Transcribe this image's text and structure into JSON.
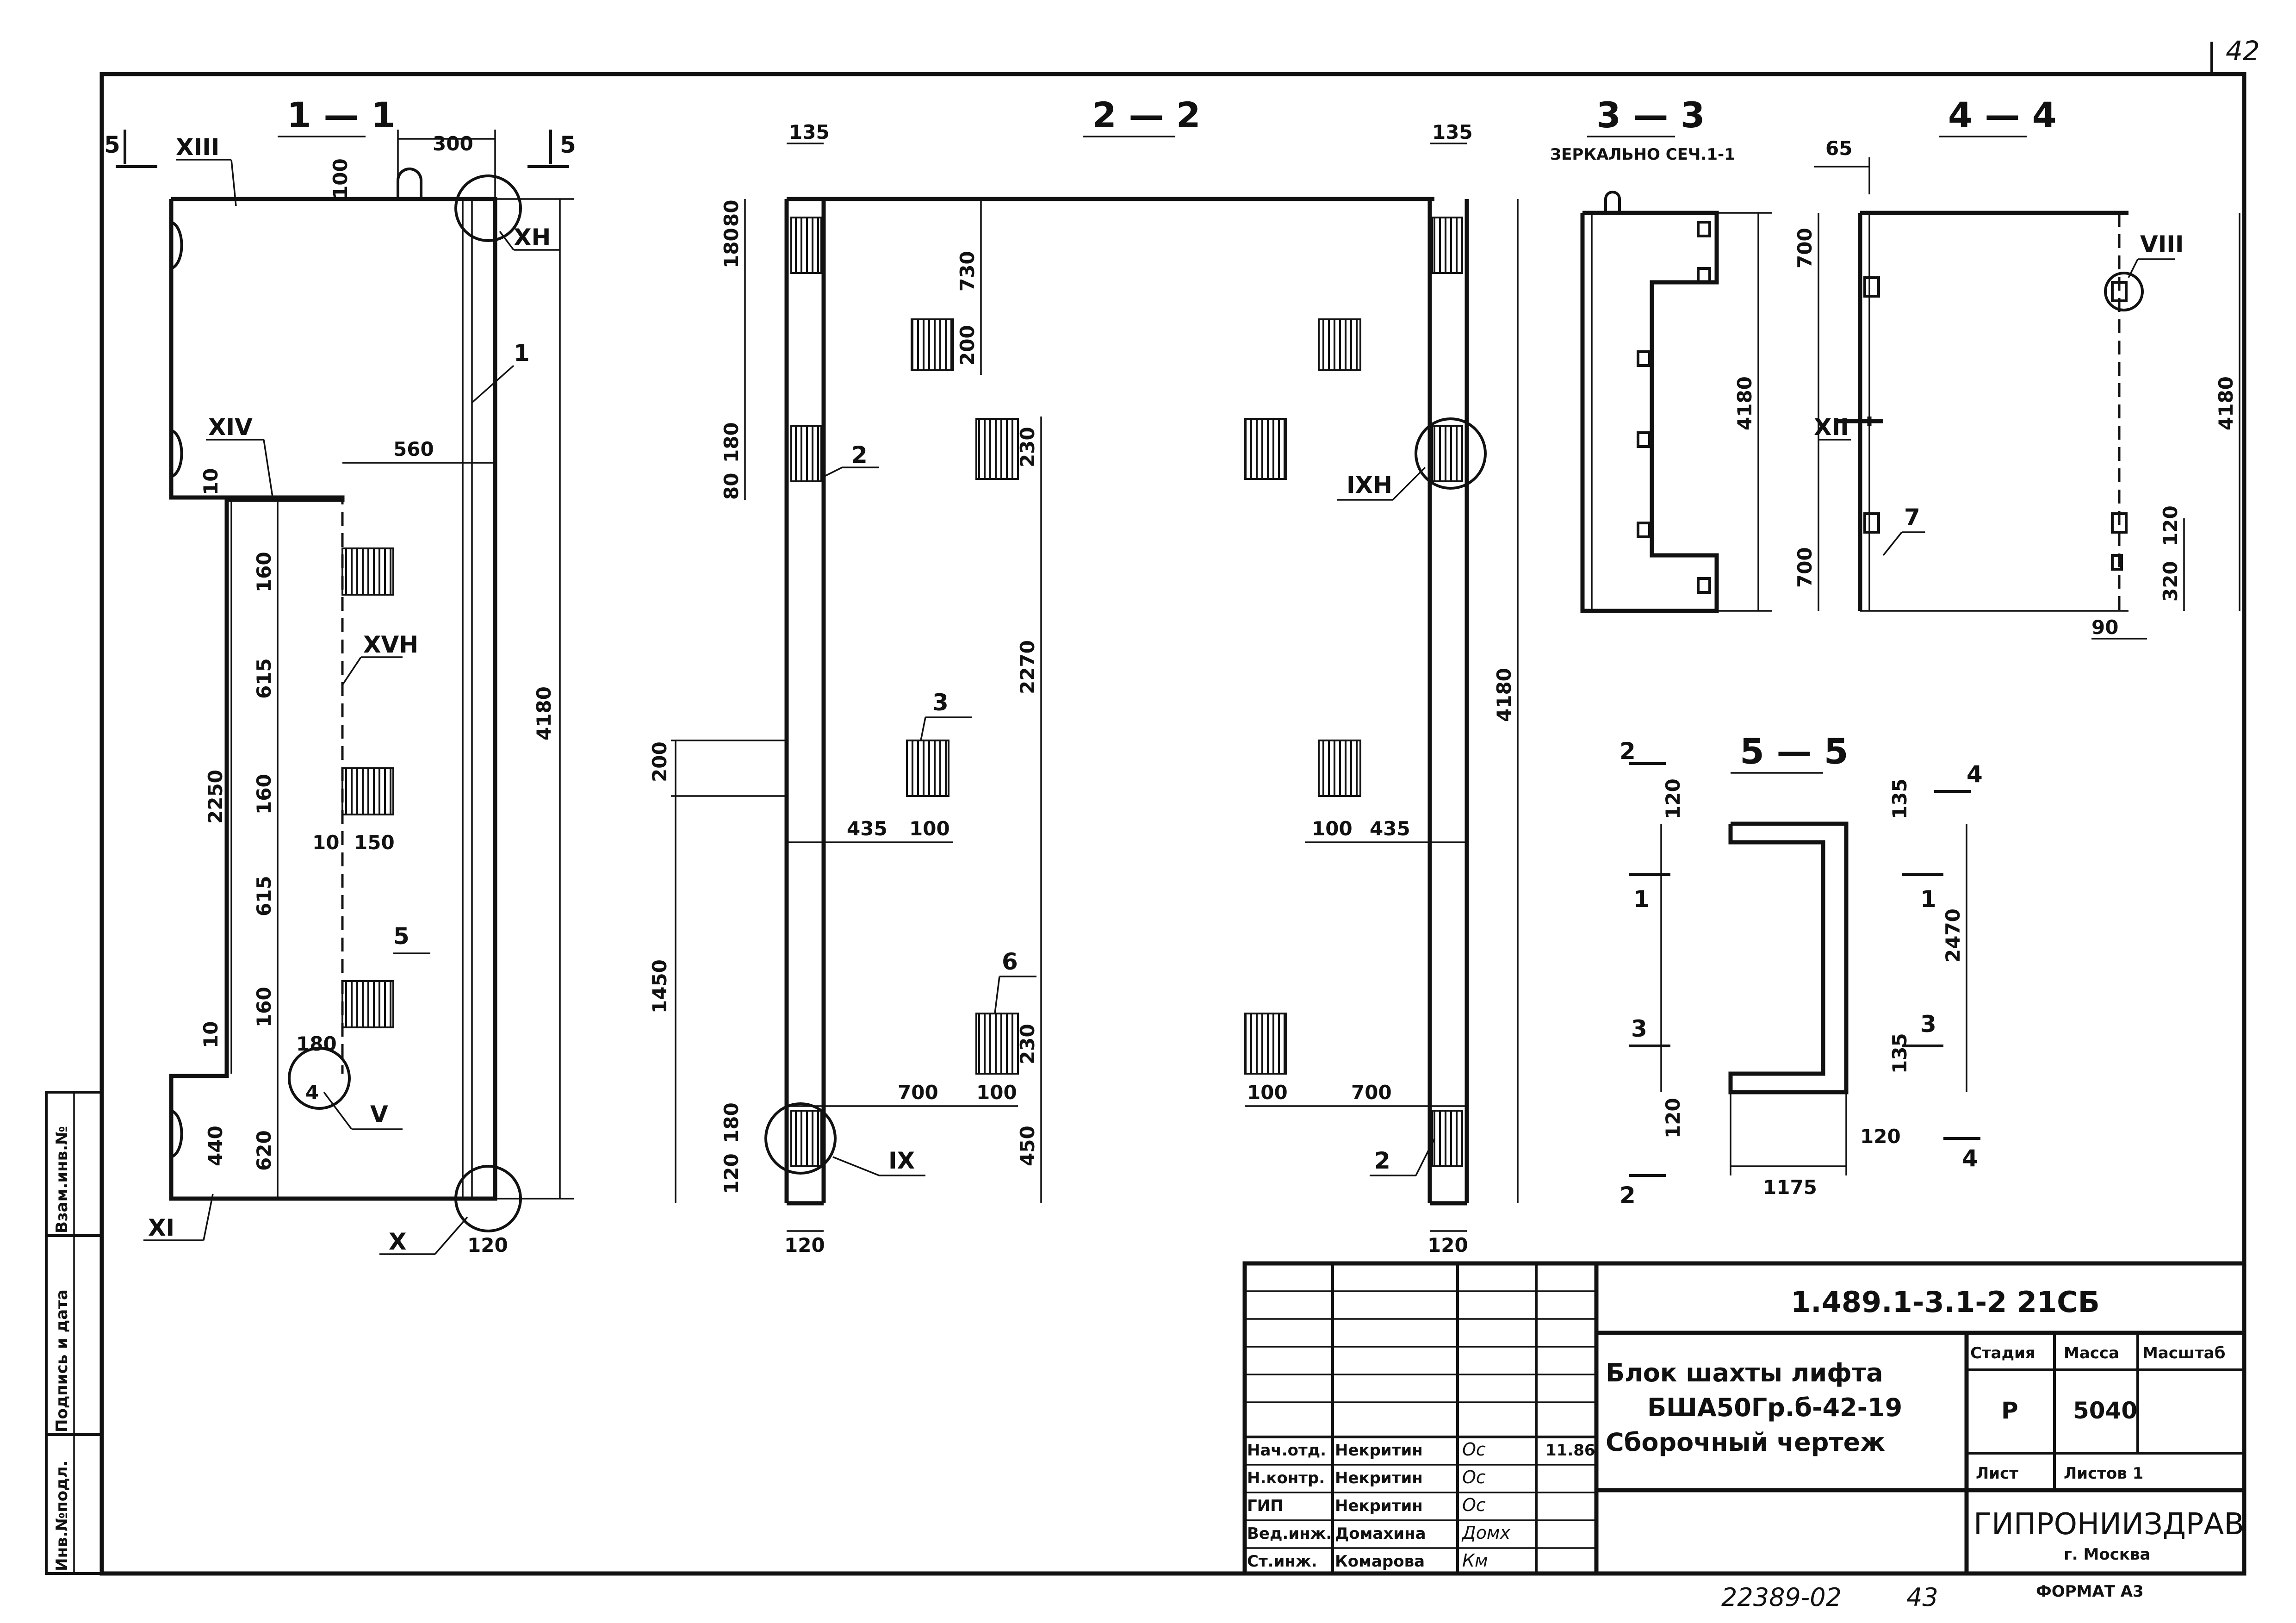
{
  "page_number": "42",
  "sections": {
    "s11": "1 — 1",
    "s22": "2 — 2",
    "s33": "3 — 3",
    "s33_note": "ЗЕРКАЛЬНО СЕЧ.1-1",
    "s44": "4 — 4",
    "s55": "5 — 5"
  },
  "dims": {
    "d300": "300",
    "d100": "100",
    "d560": "560",
    "d10": "10",
    "d160": "160",
    "d615": "615",
    "d2250": "2250",
    "d150": "150",
    "d180": "180",
    "d440": "440",
    "d620": "620",
    "d120": "120",
    "d4180": "4180",
    "d135": "135",
    "d80": "80",
    "d730": "730",
    "d200": "200",
    "d230": "230",
    "d2270": "2270",
    "d435": "435",
    "d1450": "1450",
    "d700": "700",
    "d450": "450",
    "d65": "65",
    "d320": "320",
    "d90": "90",
    "d2470": "2470",
    "d1175": "1175"
  },
  "marks": {
    "m1": "1",
    "m2": "2",
    "m3": "3",
    "m4": "4",
    "m5": "5",
    "m6": "6",
    "m7": "7",
    "V": "V",
    "VIII": "VIII",
    "IX": "IX",
    "IXn": "IXН",
    "X": "X",
    "Xn": "XН",
    "XI": "XI",
    "XII": "XII",
    "XIII": "XIII",
    "XIV": "XIV",
    "XVn": "XVН"
  },
  "cut_marks": {
    "c1": "1",
    "c2": "2",
    "c3": "3",
    "c4": "4",
    "c5": "5"
  },
  "side_stamp": {
    "col1": "Инв.№подл.",
    "col2": "Подпись и дата",
    "col3": "Взам.инв.№"
  },
  "title_block": {
    "doc_code": "1.489.1-3.1-2  21СБ",
    "name_line1": "Блок шахты лифта",
    "name_line2": "БША50Гр.б-42-19",
    "name_line3": "Сборочный    чертеж",
    "hdr_stage": "Стадия",
    "hdr_mass": "Масса",
    "hdr_scale": "Масштаб",
    "stage": "Р",
    "mass": "5040",
    "sheet_label": "Лист",
    "sheets_label": "Листов 1",
    "org": "ГИПРОНИИЗДРАВ",
    "city": "г. Москва",
    "format": "ФОРМАТ А3",
    "date": "11.86",
    "people": [
      {
        "role": "Нач.отд.",
        "name": "Некритин",
        "sign": "Ос"
      },
      {
        "role": "Н.контр.",
        "name": "Некритин",
        "sign": "Ос"
      },
      {
        "role": "ГИП",
        "name": "Некритин",
        "sign": "Ос"
      },
      {
        "role": "Вед.инж.",
        "name": "Домахина",
        "sign": "Домх"
      },
      {
        "role": "Ст.инж.",
        "name": "Комарова",
        "sign": "Км"
      }
    ]
  },
  "footer": {
    "archive_no": "22389-02",
    "page": "43"
  }
}
